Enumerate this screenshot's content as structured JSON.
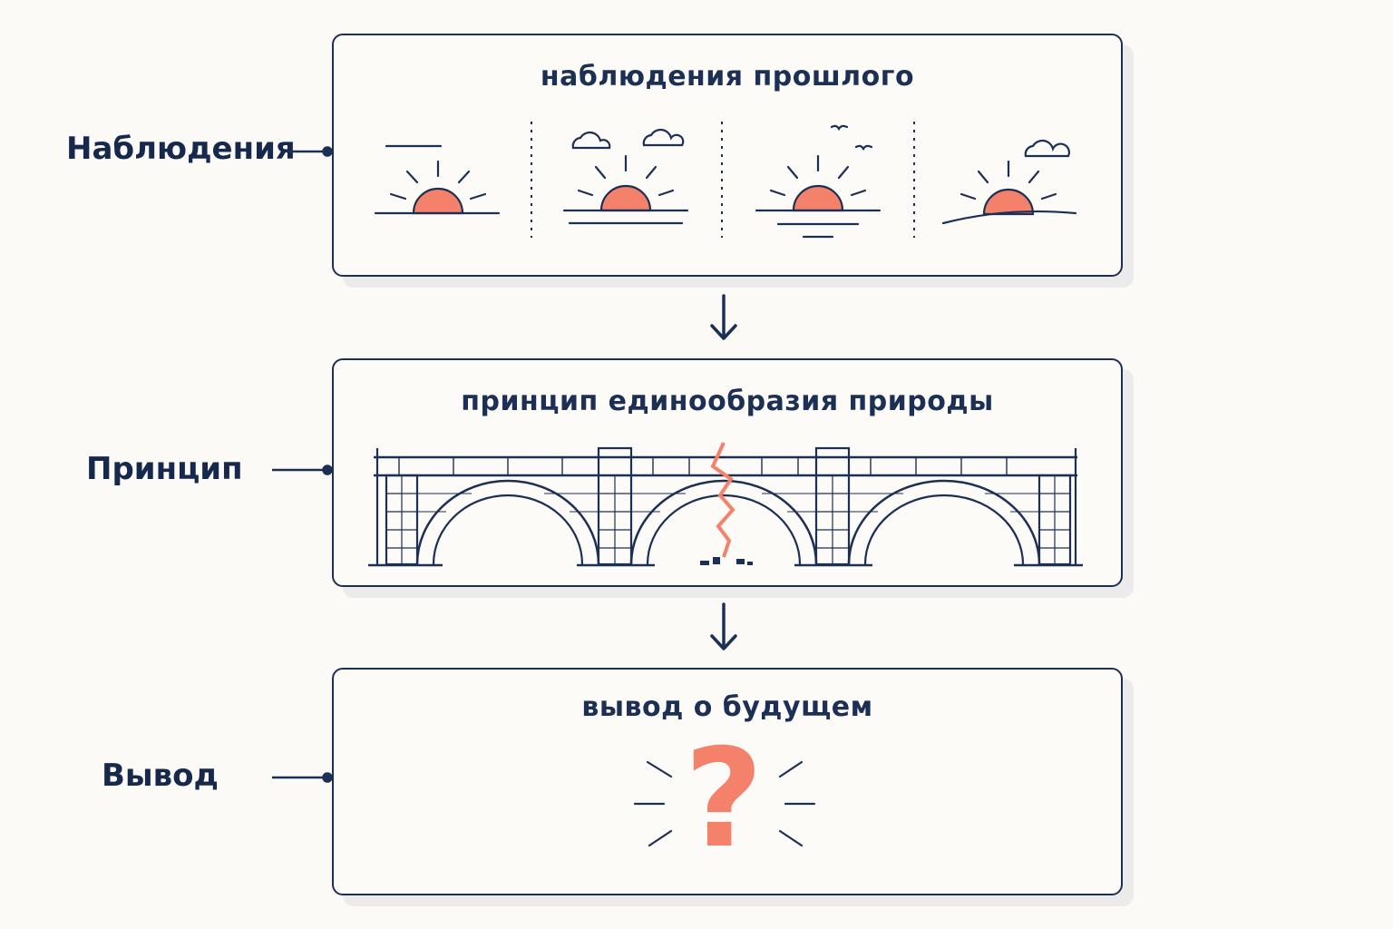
{
  "labels": {
    "observations": "Наблюдения",
    "principle": "Принцип",
    "conclusion": "Вывод"
  },
  "panels": {
    "observations": {
      "title": "наблюдения прошлого"
    },
    "principle": {
      "title": "принцип единообразия природы"
    },
    "conclusion": {
      "title": "вывод о будущем"
    }
  },
  "icons": {
    "sunrise": "sunrise-icon",
    "cloud": "cloud-icon",
    "birds": "birds-icon",
    "bridge": "stone-arch-bridge-icon",
    "crack": "crack-icon",
    "question": "question-mark-icon",
    "arrow": "arrow-down-icon"
  },
  "question_mark": "?",
  "colors": {
    "navy": "#1c2f55",
    "accent": "#f4826a",
    "background": "#fbfaf6"
  }
}
